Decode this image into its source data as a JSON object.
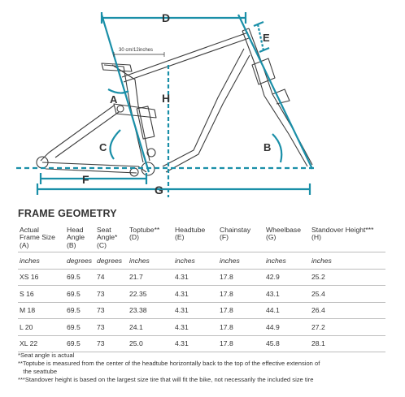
{
  "diagram": {
    "labels": {
      "A": "A",
      "B": "B",
      "C": "C",
      "D": "D",
      "E": "E",
      "F": "F",
      "G": "G",
      "H": "H"
    },
    "toptube_note": "30 cm/12inches",
    "colors": {
      "frame": "#3d3d3d",
      "dimension": "#1a8fa8",
      "label": "#333333"
    }
  },
  "geometry": {
    "title": "FRAME GEOMETRY",
    "headers": [
      [
        "Actual",
        "Frame Size",
        "(A)"
      ],
      [
        "Head",
        "Angle",
        "(B)"
      ],
      [
        "Seat",
        "Angle*",
        "(C)"
      ],
      [
        "Toptube**",
        "(D)"
      ],
      [
        "Headtube",
        "(E)"
      ],
      [
        "Chainstay",
        "(F)"
      ],
      [
        "Wheelbase",
        "(G)"
      ],
      [
        "Standover Height***",
        "(H)"
      ]
    ],
    "units": [
      "inches",
      "degrees",
      "degrees",
      "inches",
      "inches",
      "inches",
      "inches",
      "inches"
    ],
    "rows": [
      [
        "XS 16",
        "69.5",
        "74",
        "21.7",
        "4.31",
        "17.8",
        "42.9",
        "25.2"
      ],
      [
        "S 16",
        "69.5",
        "73",
        "22.35",
        "4.31",
        "17.8",
        "43.1",
        "25.4"
      ],
      [
        "M 18",
        "69.5",
        "73",
        "23.38",
        "4.31",
        "17.8",
        "44.1",
        "26.4"
      ],
      [
        "L 20",
        "69.5",
        "73",
        "24.1",
        "4.31",
        "17.8",
        "44.9",
        "27.2"
      ],
      [
        "XL 22",
        "69.5",
        "73",
        "25.0",
        "4.31",
        "17.8",
        "45.8",
        "28.1"
      ]
    ]
  },
  "notes": [
    "*Seat angle is actual",
    "**Toptube is measured from the center of the headtube horizontally back to the top of the effective extension of",
    "   the seattube",
    "***Standover height is based on the largest size tire that will fit the bike, not necessarily the included size tire"
  ]
}
